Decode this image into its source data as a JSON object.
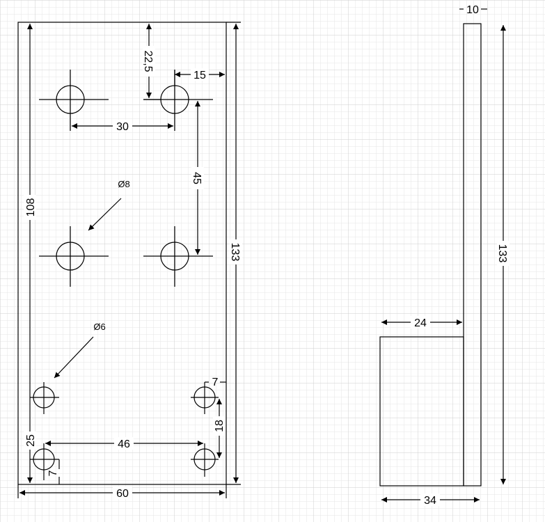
{
  "front_view": {
    "dims": {
      "height_left": "108",
      "height_right": "133",
      "width_bottom": "60",
      "top_offset": "22,5",
      "right_offset": "15",
      "large_spacing_h": "30",
      "large_spacing_v": "45",
      "small_spacing_h": "46",
      "small_spacing_v": "18",
      "small_right_offset": "7",
      "small_bottom_offset": "7",
      "small_bottom_distance": "25"
    },
    "notes": {
      "large_hole": "Ø8",
      "small_hole": "Ø6"
    }
  },
  "side_view": {
    "dims": {
      "thickness": "10",
      "height": "133",
      "base_depth": "24",
      "total_depth": "34"
    }
  },
  "colors": {
    "grid_minor": "#e6e6e6",
    "grid_major": "#cfcfcf",
    "line": "#000000",
    "background": "#ffffff"
  }
}
